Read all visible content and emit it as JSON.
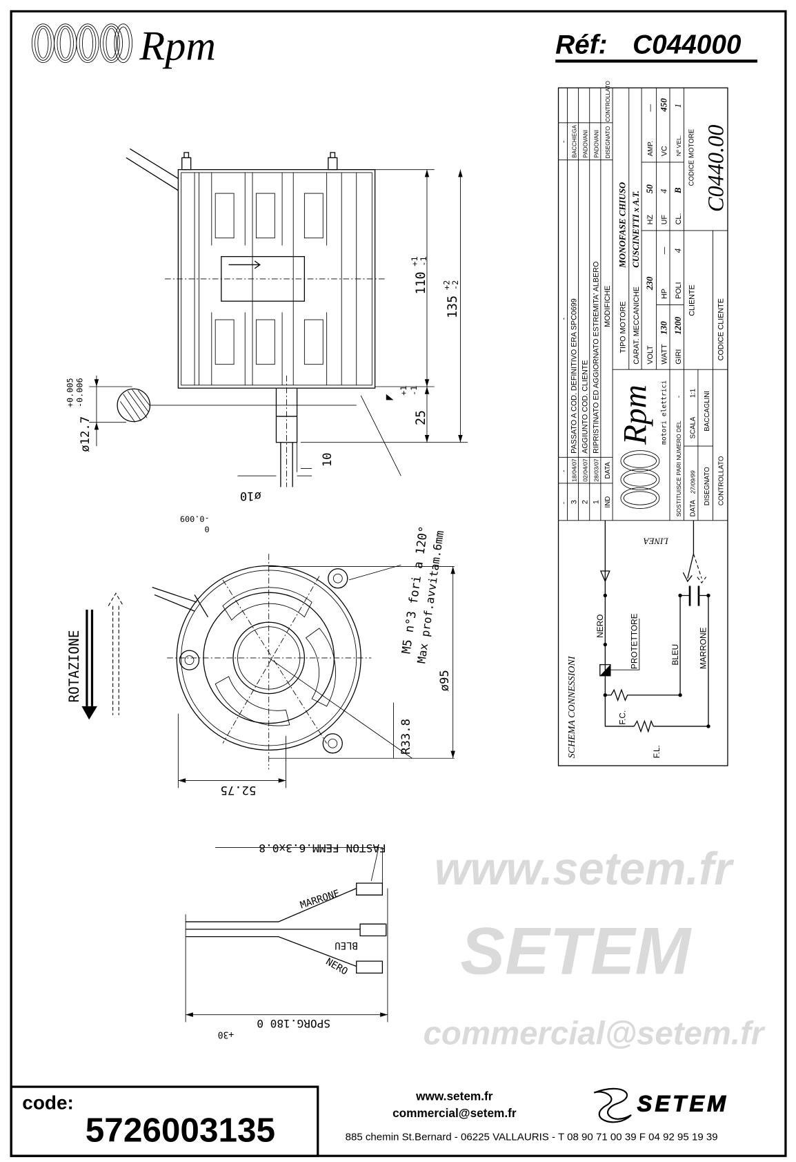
{
  "header": {
    "brand": "Rpm",
    "reference_label": "Réf:",
    "reference_value": "C044000"
  },
  "drawing": {
    "dim_110": "110",
    "dim_110_tol_plus": "+1",
    "dim_110_tol_minus": "-1",
    "dim_135": "135",
    "dim_135_tol_plus": "+2",
    "dim_135_tol_minus": "-2",
    "dim_25": "25",
    "dim_25_tol_plus": "+1",
    "dim_25_tol_minus": "-1",
    "dim_10": "10",
    "dim_shaft_dia": "ø10",
    "dim_shaft_tol_upper": "0",
    "dim_shaft_tol_lower": "-0.009",
    "dim_section_dia": "ø12.7",
    "dim_section_tol_plus": "+0.005",
    "dim_section_tol_minus": "-0.006",
    "holes_note": "M5 n°3 fori a 120°",
    "depth_note": "Max prof.avvitam.6mm",
    "dim_95": "ø95",
    "dim_radius": "R33.8",
    "dim_52": "52.75",
    "rotation_label": "ROTAZIONE",
    "faston_note": "FASTON FEMM.6.3x0.8",
    "wire_marrone": "MARRONE",
    "wire_bleu": "BLEU",
    "wire_nero": "NERO",
    "sporg_note": "SPORG.180 0",
    "sporg_tol": "+30"
  },
  "title_block": {
    "rev_headers": {
      "ind": "IND",
      "data": "DATA",
      "modifiche": "MODIFICHE",
      "disegnato": "DISEGNATO",
      "controllato": "CONTROLLATO"
    },
    "rev_rows": [
      {
        "ind": "-",
        "data": "-",
        "desc": "-",
        "disegnato": "-"
      },
      {
        "ind": "3",
        "data": "18/04/07",
        "desc": "PASSATO A COD. DEFINITIVO ERA SPC0699",
        "disegnato": "BACCHIEGA"
      },
      {
        "ind": "2",
        "data": "02/04/07",
        "desc": "AGGIUNTO COD. CLIENTE",
        "disegnato": "PADOVANI"
      },
      {
        "ind": "1",
        "data": "28/03/07",
        "desc": "RIPRISTINATO ED AGGIORNATO ESTREMITA' ALBERO",
        "disegnato": "PADOVANI"
      }
    ],
    "logo_brand": "Rpm",
    "logo_sub": "motori elettrici",
    "sostituisce_label": "SOSTITUISCE PARI NUMERO DEL",
    "sostituisce_value": "-",
    "data_label": "DATA",
    "data_value": "27/09/99",
    "scala_label": "SCALA",
    "scala_value": "1:1",
    "disegnato_label": "DISEGNATO",
    "disegnato_value": "BACCAGLINI",
    "controllato_label": "CONTROLLATO",
    "tipo_motore_label": "TIPO MOTORE",
    "tipo_motore_value": "MONOFASE CHIUSO",
    "carat_label": "CARAT. MECCANICHE",
    "carat_value": "CUSCINETTI x A.T.",
    "specs": {
      "volt_label": "VOLT",
      "volt_value": "230",
      "hz_label": "HZ",
      "hz_value": "50",
      "amp_label": "AMP.",
      "amp_value": "—",
      "watt_label": "WATT",
      "watt_value": "130",
      "hp_label": "HP",
      "hp_value": "—",
      "uf_label": "UF",
      "uf_value": "4",
      "vc_label": "VC",
      "vc_value": "450",
      "giri_label": "GIRI",
      "giri_value": "1200",
      "poli_label": "POLI",
      "poli_value": "4",
      "cl_label": "CL.",
      "cl_value": "B",
      "vel_label": "Nº VEL.",
      "vel_value": "1"
    },
    "cliente_label": "CLIENTE",
    "codice_cliente_label": "CODICE CLIENTE",
    "codice_motore_label": "CODICE MOTORE",
    "codice_motore_value": "C0440.00"
  },
  "schematic": {
    "title": "SCHEMA CONNESSIONI",
    "linea": "LINEA",
    "nero": "NERO",
    "protettore": "PROTETTORE",
    "bleu": "BLEU",
    "marrone": "MARRONE",
    "fc": "F.C.",
    "fl": "F.L."
  },
  "watermark": {
    "url": "www.setem.fr",
    "brand": "SETEM",
    "email": "commercial@setem.fr"
  },
  "footer": {
    "code_label": "code:",
    "code_value": "5726003135",
    "website": "www.setem.fr",
    "email": "commercial@setem.fr",
    "address": "885 chemin St.Bernard  -  06225 VALLAURIS  -  T 08 90 71 00 39   F 04 92 95 19 39",
    "logo_text": "SETEM"
  }
}
